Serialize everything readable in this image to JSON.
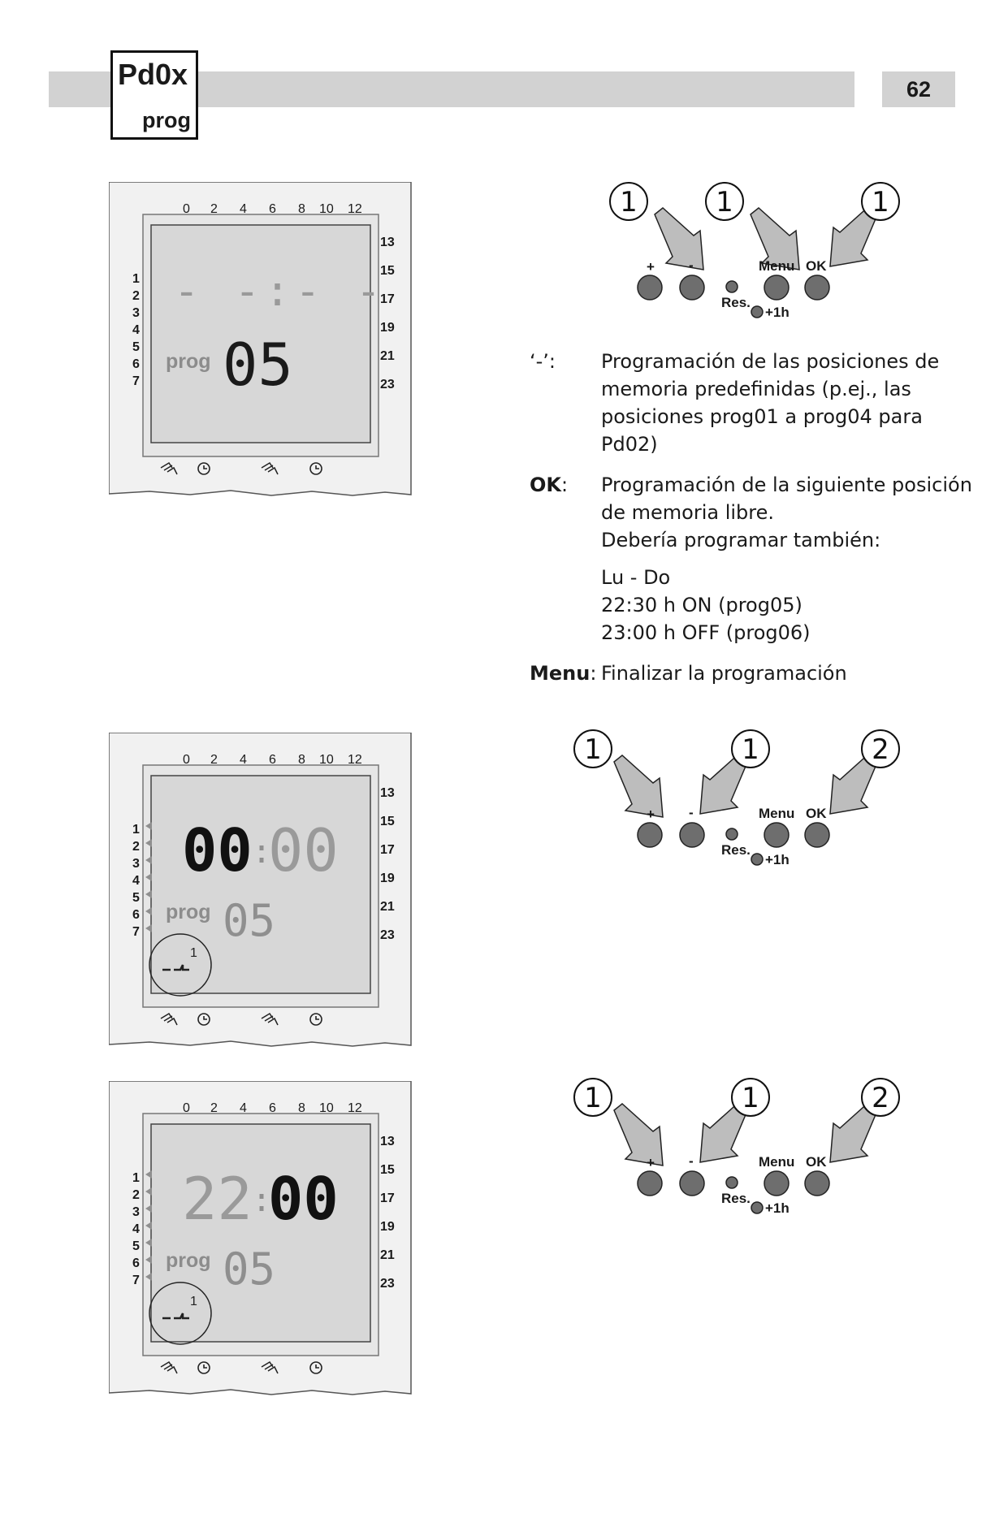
{
  "header": {
    "model": "Pd0x",
    "prog": "prog",
    "page_number": "62"
  },
  "device": {
    "top_scale": [
      "0",
      "2",
      "4",
      "6",
      "8",
      "10",
      "12"
    ],
    "right_scale": [
      "13",
      "15",
      "17",
      "19",
      "21",
      "23"
    ],
    "day_numbers": [
      "1",
      "2",
      "3",
      "4",
      "5",
      "6",
      "7"
    ],
    "prog_label": "prog",
    "panel1": {
      "time": "- -:- -",
      "slot": "05"
    },
    "panel2": {
      "hours": "00",
      "minutes": "00",
      "slot": "05",
      "switch_mark": "1"
    },
    "panel3": {
      "hours": "22",
      "minutes": "00",
      "slot": "05",
      "switch_mark": "1"
    }
  },
  "buttons": {
    "plus": "+",
    "minus": "-",
    "menu": "Menu",
    "ok": "OK",
    "res": "Res.",
    "plus1h": "+1h"
  },
  "steps": {
    "group1": [
      "1",
      "1",
      "1"
    ],
    "group2": [
      "1",
      "1",
      "2"
    ],
    "group3": [
      "1",
      "1",
      "2"
    ]
  },
  "description": {
    "row1": {
      "key": "‘-’:",
      "lines": [
        "Programación de las posiciones de",
        "memoria predefinidas (p.ej., las",
        "posiciones prog01 a prog04 para",
        "Pd02)"
      ]
    },
    "row2": {
      "key": "OK",
      "key_suffix": ":",
      "lines": [
        "Programación de la siguiente posición",
        "de memoria libre.",
        "Debería programar también:"
      ],
      "extra_lines": [
        "Lu - Do",
        "22:30 h ON (prog05)",
        "23:00 h OFF (prog06)"
      ]
    },
    "row3": {
      "key": "Menu",
      "key_suffix": ":",
      "lines": [
        "Finalizar la programación"
      ]
    }
  }
}
